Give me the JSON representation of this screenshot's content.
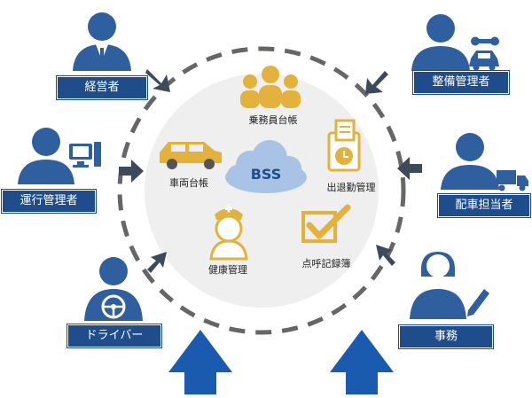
{
  "center": {
    "label": "BSS"
  },
  "functions": {
    "crew_ledger": "乗務員台帳",
    "vehicle_ledger": "車両台帳",
    "attendance": "出退勤管理",
    "health": "健康管理",
    "rollcall_log": "点呼記録簿"
  },
  "roles": {
    "management": "経営者",
    "maintenance_manager": "整備管理者",
    "operations_manager": "運行管理者",
    "dispatcher": "配車担当者",
    "driver": "ドライバー",
    "office": "事務"
  },
  "colors": {
    "navy": "#1f4d8c",
    "person_blue": "#2f5f9e",
    "gold": "#e3b23c",
    "arrow_gray": "#3d4a5c",
    "big_arrow": "#1a5bb0",
    "dash": "#666666",
    "circle_fill": "#efefef",
    "cloud": "#a9c3e6"
  }
}
